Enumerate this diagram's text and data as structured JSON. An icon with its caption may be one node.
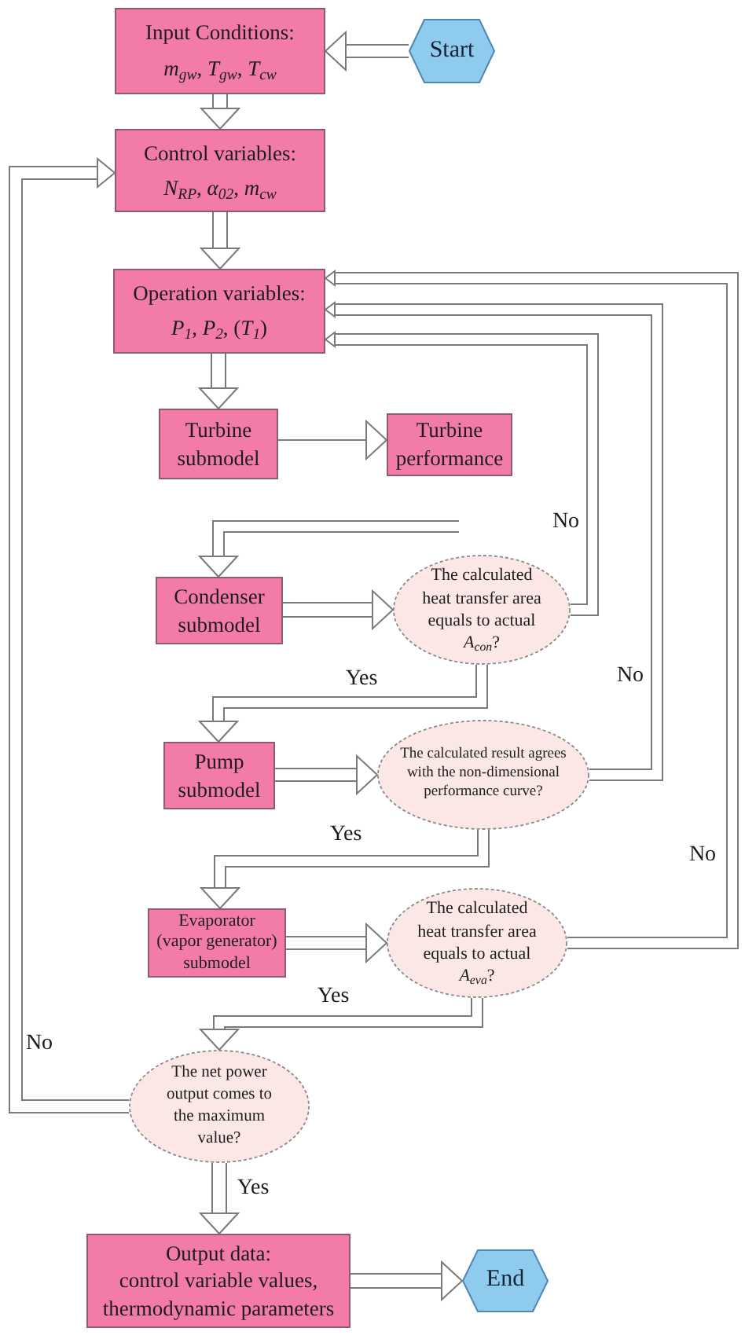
{
  "diagram": {
    "nodes": [
      {
        "text": [
          "Input Conditions:",
          "*m*$_{gw}$, *T*$_{gw}$, *T*$_{cw}$"
        ]
      },
      {
        "text": [
          "Start"
        ]
      },
      {
        "text": [
          "Control variables:",
          "*N*$_{RP}$, *α*$_{02}$, *m*$_{cw}$"
        ]
      },
      {
        "text": [
          "Operation variables:",
          "*P*$_{1}$, *P*$_{2}$, (*T*$_{1}$)"
        ]
      },
      {
        "text": [
          "Turbine submodel"
        ]
      },
      {
        "text": [
          "Turbine performance"
        ]
      },
      {
        "text": [
          "Condenser submodel"
        ]
      },
      {
        "text": [
          "The calculated heat transfer area equals to actual *A*$_{con}$?"
        ]
      },
      {
        "text": [
          "Pump submodel"
        ]
      },
      {
        "text": [
          "The calculated result agrees with the non-dimensional performance curve?"
        ]
      },
      {
        "text": [
          "Evaporator (vapor generator) submodel"
        ]
      },
      {
        "text": [
          "The calculated heat transfer area equals to actual *A*$_{eva}$?"
        ]
      },
      {
        "text": [
          "The net power output comes to the maximum value?"
        ]
      },
      {
        "text": [
          "Output data:",
          "control variable values, thermodynamic parameters"
        ]
      },
      {
        "text": [
          "End"
        ]
      }
    ],
    "edges": [
      {
        "from": 1,
        "to": 0,
        "arrow": "to"
      },
      {
        "from": 0,
        "to": 2,
        "arrow": "to"
      },
      {
        "from": 2,
        "to": 3,
        "arrow": "to"
      },
      {
        "from": 3,
        "to": 4,
        "arrow": "to"
      },
      {
        "from": 4,
        "to": 5,
        "arrow": "to"
      },
      {
        "from": null,
        "to": 6,
        "arrow": "to"
      },
      {
        "from": 6,
        "to": 7,
        "arrow": "to"
      },
      {
        "from": 7,
        "to": 8,
        "arrow": "to",
        "label": "Yes"
      },
      {
        "from": 8,
        "to": 9,
        "arrow": "to"
      },
      {
        "from": 9,
        "to": 10,
        "arrow": "to",
        "label": "Yes"
      },
      {
        "from": 10,
        "to": 11,
        "arrow": "to"
      },
      {
        "from": 11,
        "to": 12,
        "arrow": "to",
        "label": "Yes"
      },
      {
        "from": 12,
        "to": 13,
        "arrow": "to",
        "label": "Yes"
      },
      {
        "from": 13,
        "to": 14,
        "arrow": "to"
      },
      {
        "from": 12,
        "to": 2,
        "arrow": "to",
        "label": "No"
      },
      {
        "from": 7,
        "to": 3,
        "arrow": "to",
        "label": "No"
      },
      {
        "from": 9,
        "to": 3,
        "arrow": "to",
        "label": "No"
      },
      {
        "from": 11,
        "to": 3,
        "arrow": "to",
        "label": "No"
      }
    ]
  }
}
